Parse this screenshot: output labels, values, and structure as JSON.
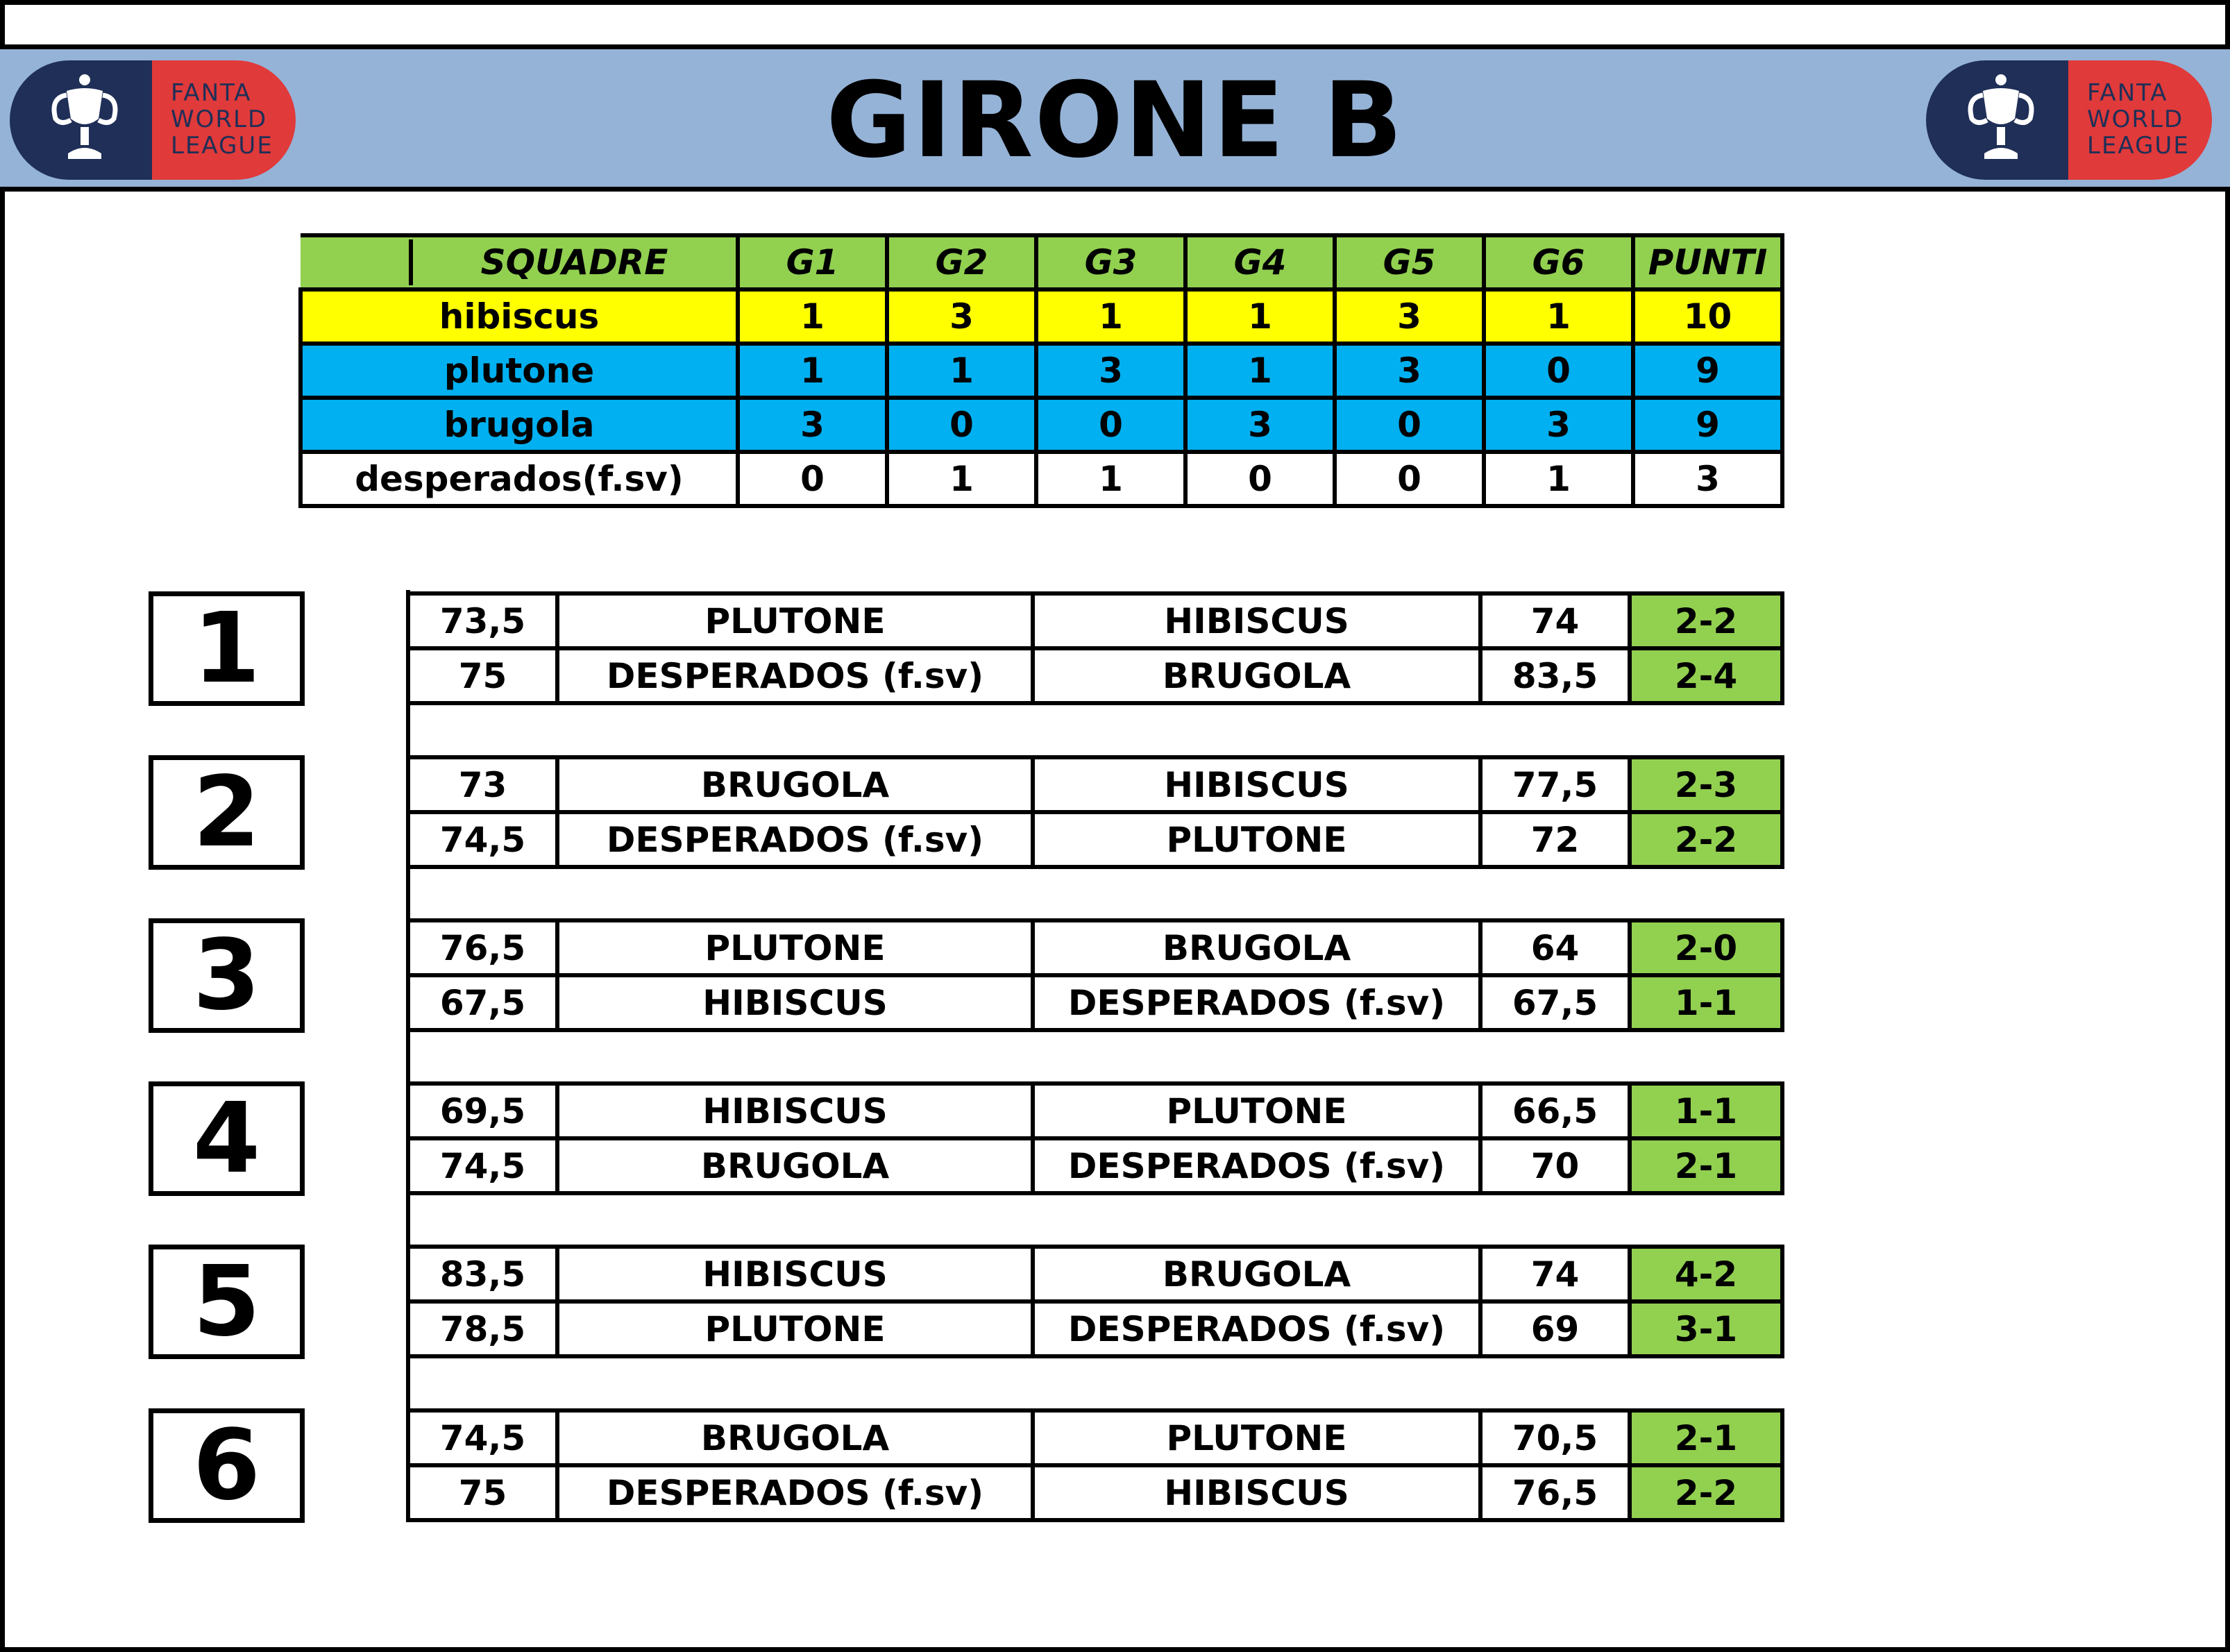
{
  "title": "GIRONE B",
  "logo": {
    "line1": "FANTA",
    "line2": "WORLD",
    "line3": "LEAGUE",
    "colors": {
      "blue": "#1f2f57",
      "red": "#e03a3a"
    }
  },
  "standings": {
    "headers": [
      "SQUADRE",
      "G1",
      "G2",
      "G3",
      "G4",
      "G5",
      "G6",
      "PUNTI"
    ],
    "rows": [
      {
        "team": "hibiscus",
        "g": [
          "1",
          "3",
          "1",
          "1",
          "3",
          "1"
        ],
        "punti": "10",
        "color": "#ffff00"
      },
      {
        "team": "plutone",
        "g": [
          "1",
          "1",
          "3",
          "1",
          "3",
          "0"
        ],
        "punti": "9",
        "color": "#00b0f0"
      },
      {
        "team": "brugola",
        "g": [
          "3",
          "0",
          "0",
          "3",
          "0",
          "3"
        ],
        "punti": "9",
        "color": "#00b0f0"
      },
      {
        "team": "desperados(f.sv)",
        "g": [
          "0",
          "1",
          "1",
          "0",
          "0",
          "1"
        ],
        "punti": "3",
        "color": "#ffffff"
      }
    ]
  },
  "rounds": [
    {
      "number": "1",
      "matches": [
        {
          "home_score": "73,5",
          "home": "PLUTONE",
          "away": "HIBISCUS",
          "away_score": "74",
          "result": "2-2"
        },
        {
          "home_score": "75",
          "home": "DESPERADOS (f.sv)",
          "away": "BRUGOLA",
          "away_score": "83,5",
          "result": "2-4"
        }
      ]
    },
    {
      "number": "2",
      "matches": [
        {
          "home_score": "73",
          "home": "BRUGOLA",
          "away": "HIBISCUS",
          "away_score": "77,5",
          "result": "2-3"
        },
        {
          "home_score": "74,5",
          "home": "DESPERADOS (f.sv)",
          "away": "PLUTONE",
          "away_score": "72",
          "result": "2-2"
        }
      ]
    },
    {
      "number": "3",
      "matches": [
        {
          "home_score": "76,5",
          "home": "PLUTONE",
          "away": "BRUGOLA",
          "away_score": "64",
          "result": "2-0"
        },
        {
          "home_score": "67,5",
          "home": "HIBISCUS",
          "away": "DESPERADOS (f.sv)",
          "away_score": "67,5",
          "result": "1-1"
        }
      ]
    },
    {
      "number": "4",
      "matches": [
        {
          "home_score": "69,5",
          "home": "HIBISCUS",
          "away": "PLUTONE",
          "away_score": "66,5",
          "result": "1-1"
        },
        {
          "home_score": "74,5",
          "home": "BRUGOLA",
          "away": "DESPERADOS (f.sv)",
          "away_score": "70",
          "result": "2-1"
        }
      ]
    },
    {
      "number": "5",
      "matches": [
        {
          "home_score": "83,5",
          "home": "HIBISCUS",
          "away": "BRUGOLA",
          "away_score": "74",
          "result": "4-2"
        },
        {
          "home_score": "78,5",
          "home": "PLUTONE",
          "away": "DESPERADOS (f.sv)",
          "away_score": "69",
          "result": "3-1"
        }
      ]
    },
    {
      "number": "6",
      "matches": [
        {
          "home_score": "74,5",
          "home": "BRUGOLA",
          "away": "PLUTONE",
          "away_score": "70,5",
          "result": "2-1"
        },
        {
          "home_score": "75",
          "home": "DESPERADOS (f.sv)",
          "away": "HIBISCUS",
          "away_score": "76,5",
          "result": "2-2"
        }
      ]
    }
  ],
  "colors": {
    "header_bg": "#95b3d7",
    "green": "#92d050"
  }
}
